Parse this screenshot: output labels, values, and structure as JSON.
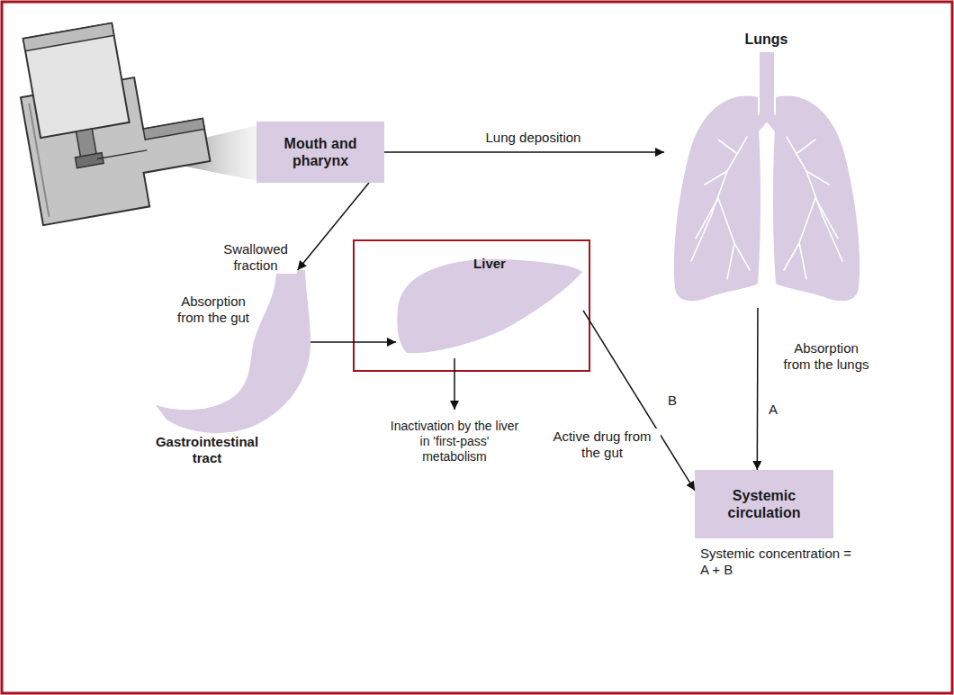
{
  "diagram": {
    "nodes": [
      {
        "text": [
          "Mouth and pharynx"
        ]
      },
      {
        "text": [
          "Lungs"
        ]
      },
      {
        "text": [
          "Gastrointestinal tract"
        ]
      },
      {
        "text": [
          "Liver"
        ]
      },
      {
        "text": [
          "Inactivation by the liver in 'first-pass' metabolism"
        ]
      },
      {
        "text": [
          "Systemic circulation"
        ]
      }
    ],
    "edges": [
      {
        "from": 0,
        "to": 1,
        "arrow": "to",
        "label": "Lung deposition"
      },
      {
        "from": 0,
        "to": 2,
        "arrow": "to",
        "label": "Swallowed fraction"
      },
      {
        "from": 2,
        "to": 3,
        "arrow": "to",
        "label": "Absorption from the gut"
      },
      {
        "from": 3,
        "to": 4,
        "arrow": "to"
      },
      {
        "from": 3,
        "to": 5,
        "arrow": "to",
        "label": "B"
      },
      {
        "from": 1,
        "to": 5,
        "arrow": "to",
        "label": "A"
      }
    ],
    "labels": [
      "Absorption from the lungs",
      "Active drug from the gut",
      "Systemic concentration = A + B"
    ]
  }
}
